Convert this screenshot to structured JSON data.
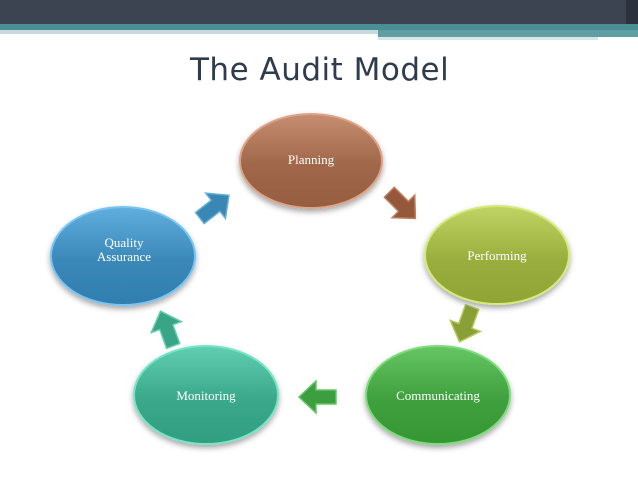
{
  "slide": {
    "title": "The Audit Model"
  },
  "diagram": {
    "type": "cycle",
    "nodes": [
      {
        "id": "planning",
        "label_lines": [
          "Planning"
        ],
        "color": "#a0674a"
      },
      {
        "id": "performing",
        "label_lines": [
          "Performing"
        ],
        "color": "#9aae3e"
      },
      {
        "id": "communicating",
        "label_lines": [
          "Communicating"
        ],
        "color": "#3fa03d"
      },
      {
        "id": "monitoring",
        "label_lines": [
          "Monitoring"
        ],
        "color": "#3aa88a"
      },
      {
        "id": "quality-assurance",
        "label_lines": [
          "Quality",
          "Assurance"
        ],
        "color": "#3a88b8"
      }
    ],
    "edges": [
      {
        "from": "planning",
        "to": "performing",
        "color": "#95583b"
      },
      {
        "from": "performing",
        "to": "communicating",
        "color": "#8aa036"
      },
      {
        "from": "communicating",
        "to": "monitoring",
        "color": "#3c9e3e"
      },
      {
        "from": "monitoring",
        "to": "quality-assurance",
        "color": "#3aa586"
      },
      {
        "from": "quality-assurance",
        "to": "planning",
        "color": "#3b87b4"
      }
    ]
  },
  "theme": {
    "band_dark": "#3c4452",
    "band_teal": "#4b8f96",
    "band_light": "#c7dbdd",
    "title_color": "#2f3c4d"
  }
}
